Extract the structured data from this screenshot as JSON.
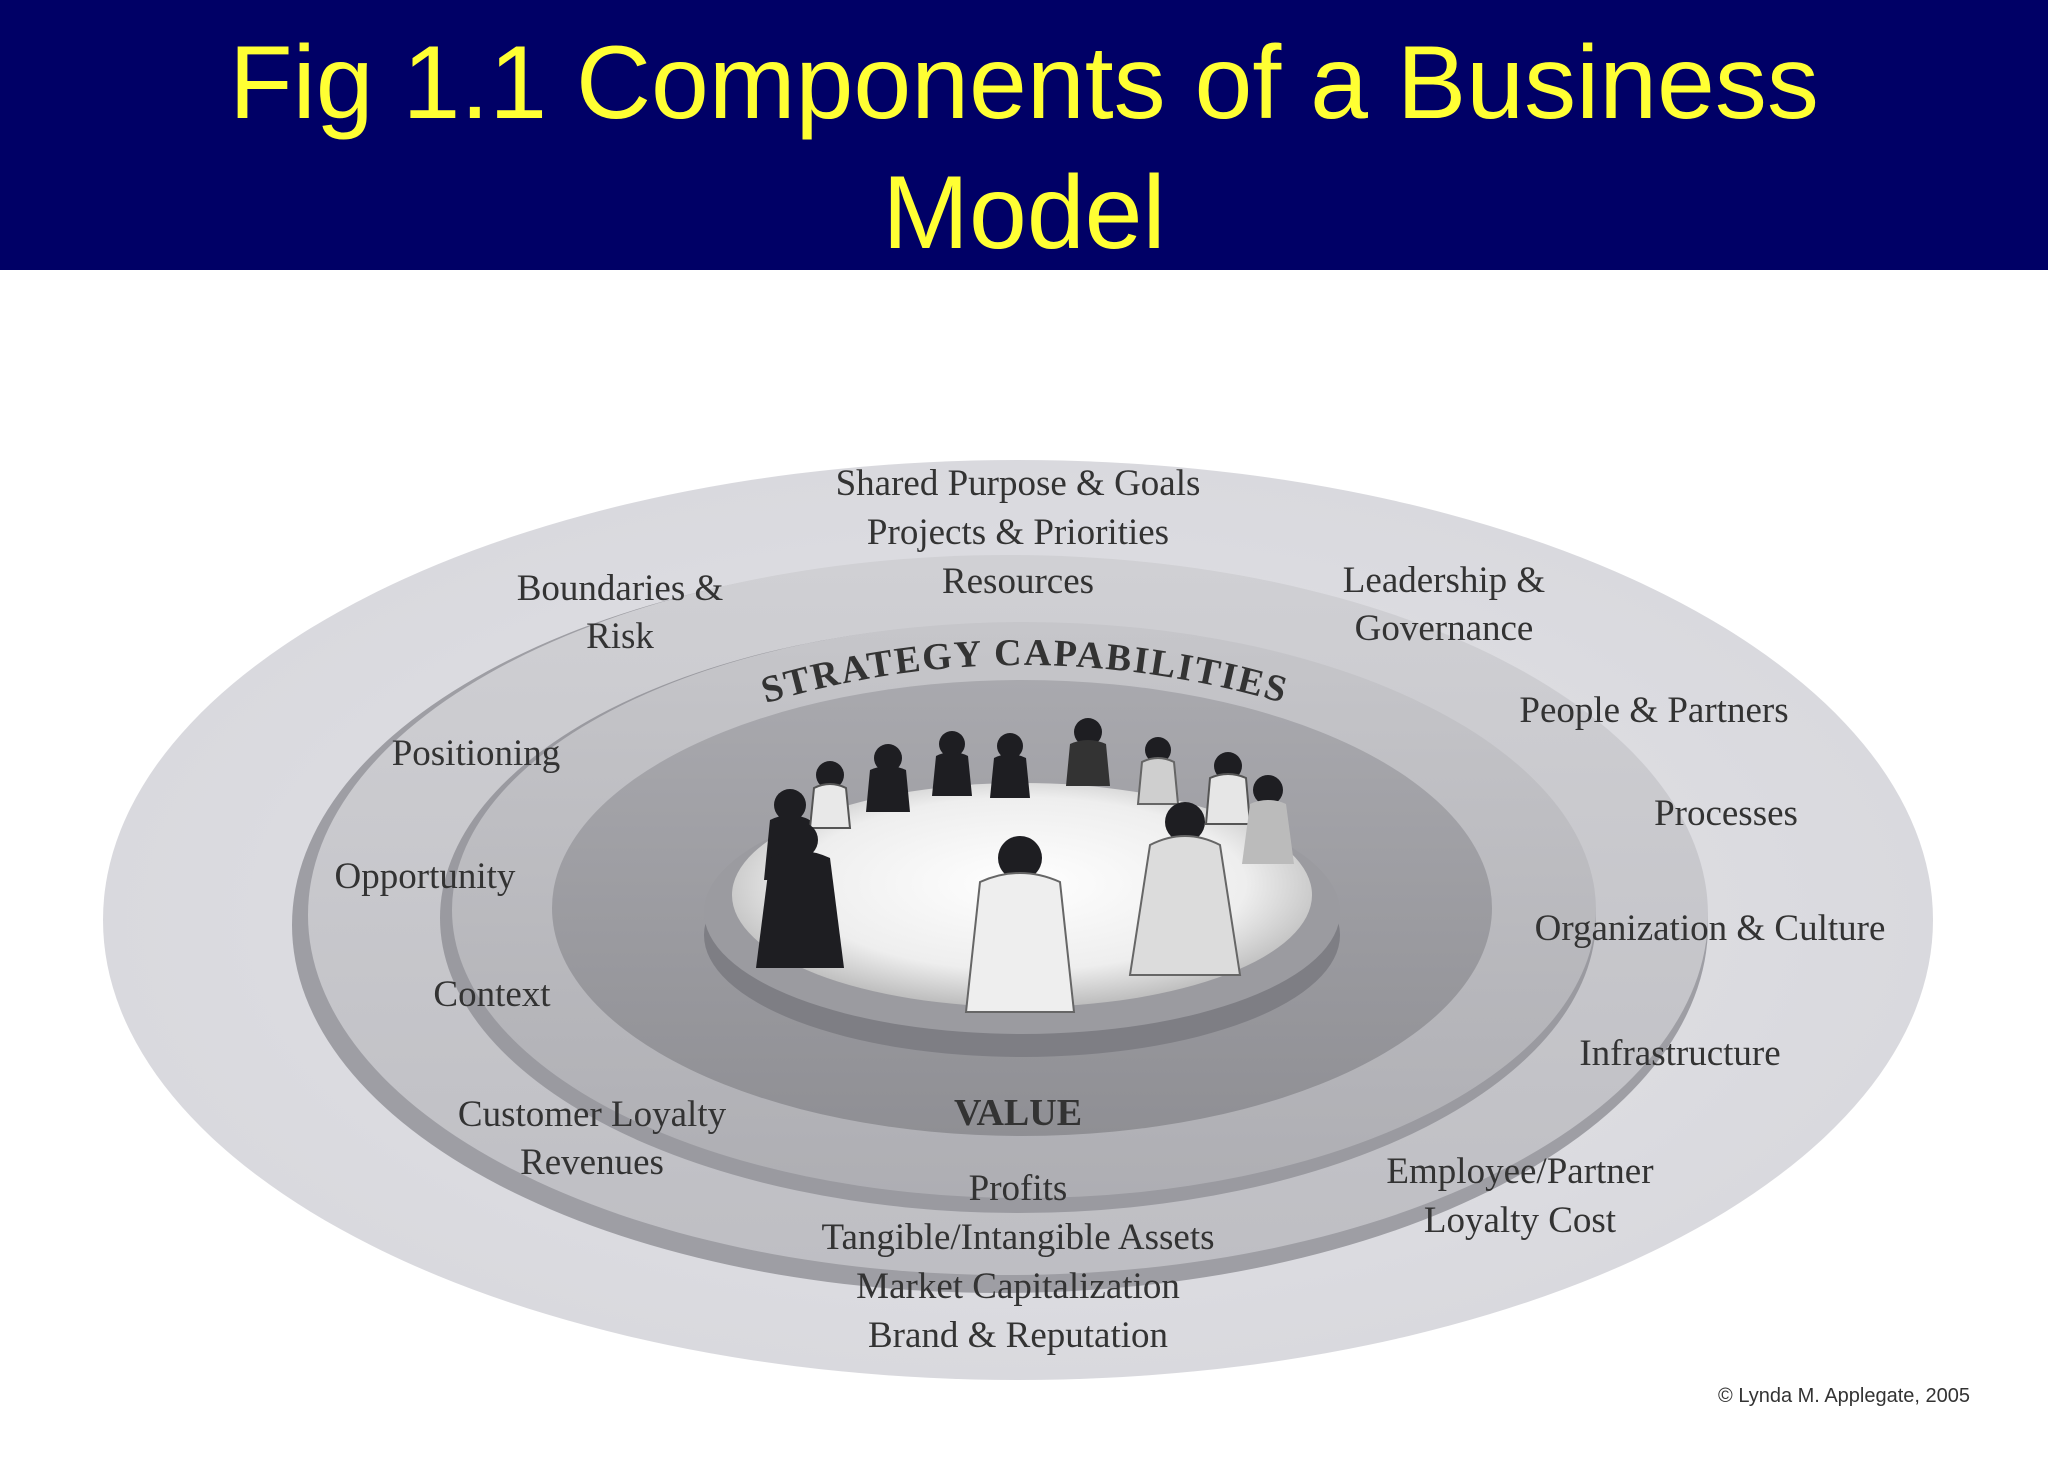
{
  "title": {
    "line1": "Fig 1.1 Components of a Business",
    "line2": "Model"
  },
  "center": {
    "strategy_label": "STRATEGY CAPABILITIES",
    "value_label": "VALUE"
  },
  "labels": {
    "shared_purpose": "Shared Purpose & Goals",
    "projects": "Projects & Priorities",
    "resources": "Resources",
    "boundaries_1": "Boundaries &",
    "boundaries_2": "Risk",
    "leadership_1": "Leadership &",
    "leadership_2": "Governance",
    "positioning": "Positioning",
    "people": "People & Partners",
    "processes": "Processes",
    "opportunity": "Opportunity",
    "organization": "Organization & Culture",
    "context": "Context",
    "infrastructure": "Infrastructure",
    "customer_loyalty": "Customer Loyalty",
    "revenues": "Revenues",
    "employee_1": "Employee/Partner",
    "employee_2": "Loyalty Cost",
    "profits": "Profits",
    "tangible": "Tangible/Intangible Assets",
    "market_cap": "Market Capitalization",
    "brand": "Brand & Reputation"
  },
  "copyright": "© Lynda M. Applegate, 2005",
  "colors": {
    "title_bg": "#000066",
    "title_text": "#ffff33"
  }
}
